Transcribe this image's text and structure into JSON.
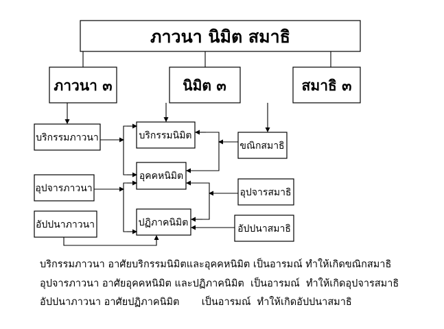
{
  "diagram": {
    "title": "ภาวนา   นิมิต  สมาธิ",
    "headers": [
      "ภาวนา ๓",
      "นิมิต ๓",
      "สมาธิ ๓"
    ],
    "bhavana": [
      "บริกรรมภาวนา",
      "อุปจารภาวนา",
      "อัปปนาภาวนา"
    ],
    "nimitta": [
      "บริกรรมนิมิต",
      "อุคคหนิมิต",
      "ปฏิภาคนิมิต"
    ],
    "samadhi": [
      "ขณิกสมาธิ",
      "อุปจารสมาธิ",
      "อัปปนาสมาธิ"
    ]
  },
  "notes": [
    "บริกรรมภาวนา อาศัยบริกรรมนิมิตและอุคคหนิมิต เป็นอารมณ์ ทำให้เกิดขณิกสมาธิ",
    "อุปจารภาวนา อาศัยอุคคหนิมิต และปฏิภาคนิมิต  เป็นอารมณ์  ทำให้เกิดอุปจารสมาธิ",
    "อัปปนาภาวนา อาศัยปฏิภาคนิมิต       เป็นอารมณ์  ทำให้เกิดอัปปนาสมาธิ"
  ]
}
